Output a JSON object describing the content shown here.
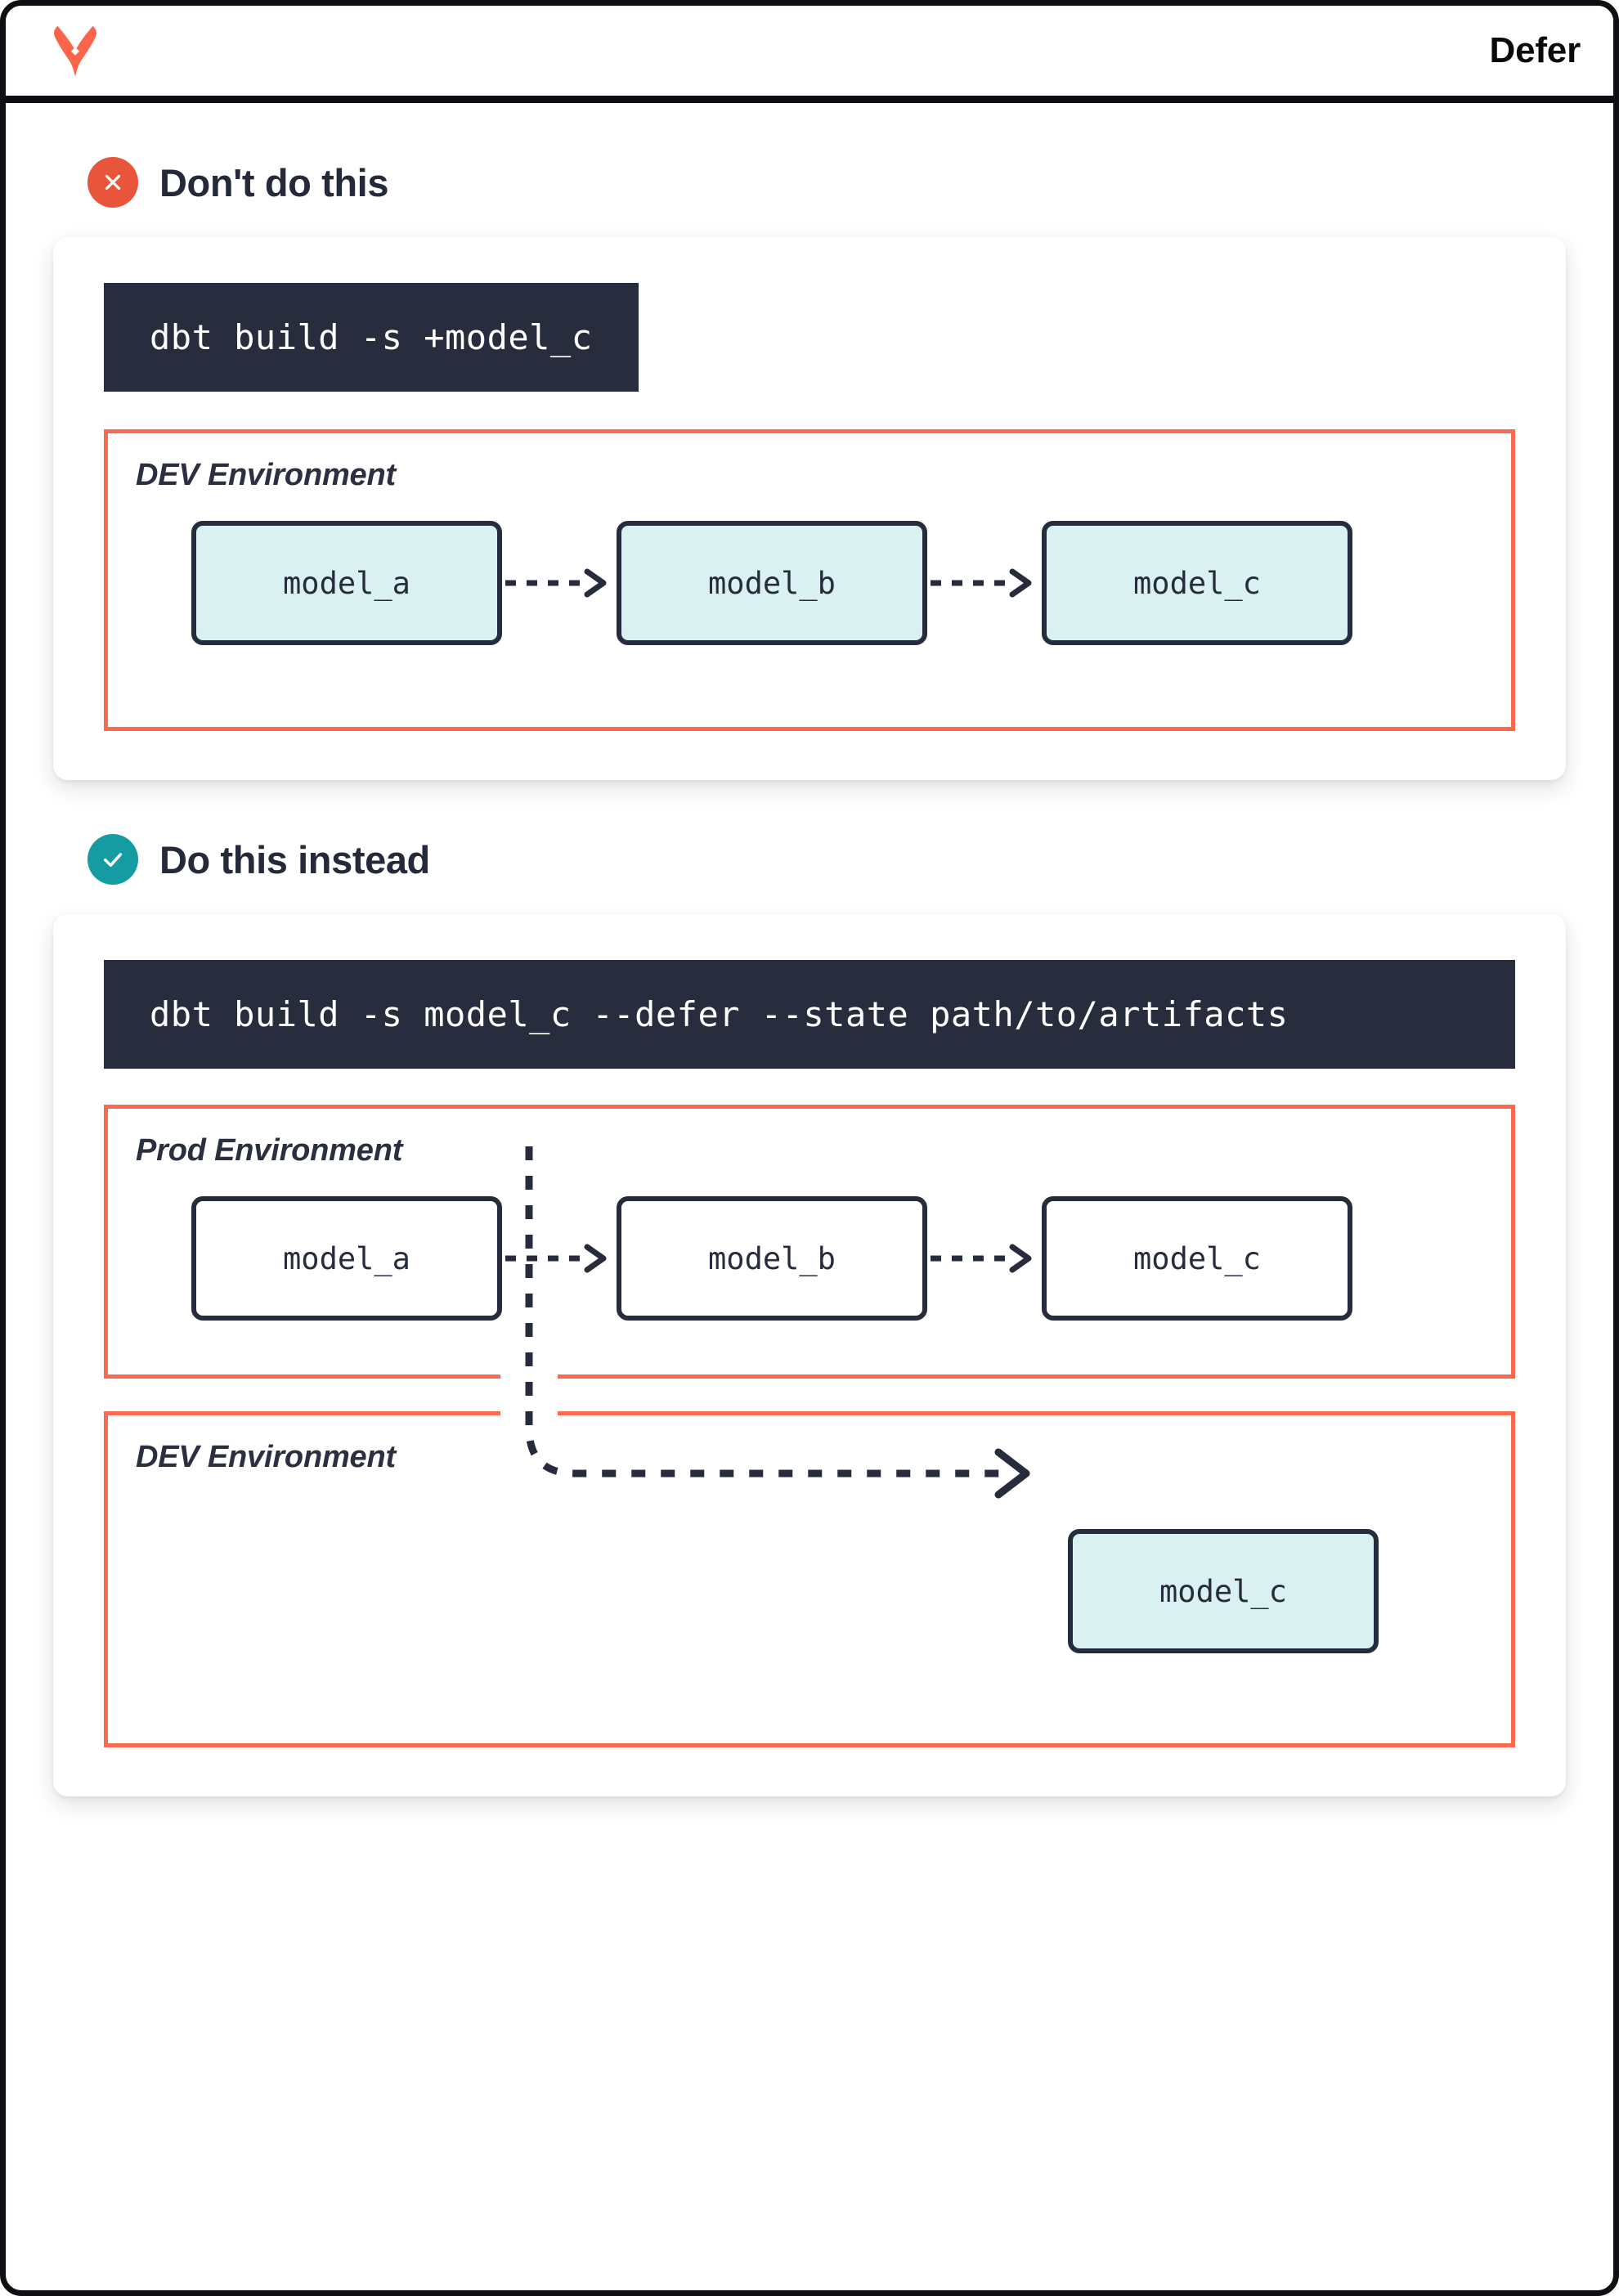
{
  "header": {
    "logo": "dbt-logo-icon",
    "title": "Defer"
  },
  "sections": [
    {
      "id": "dont",
      "badge_icon": "x-circle-icon",
      "badge_color": "#e8553a",
      "title": "Don't do this",
      "command": "dbt build -s +model_c",
      "environments": [
        {
          "label": "DEV Environment",
          "node_style": "teal",
          "nodes": [
            "model_a",
            "model_b",
            "model_c"
          ]
        }
      ]
    },
    {
      "id": "do",
      "badge_icon": "check-circle-icon",
      "badge_color": "#159ca3",
      "title": "Do this instead",
      "command": "dbt build -s model_c --defer --state path/to/artifacts",
      "environments": [
        {
          "label": "Prod Environment",
          "node_style": "white",
          "nodes": [
            "model_a",
            "model_b",
            "model_c"
          ]
        },
        {
          "label": "DEV Environment",
          "node_style": "teal",
          "nodes": [
            "model_c"
          ]
        }
      ]
    }
  ],
  "colors": {
    "accent_orange": "#fb6a4f",
    "accent_teal": "#159ca3",
    "code_bg": "#282d3d",
    "node_teal_fill": "#d9f2f1",
    "ink": "#272c3c"
  },
  "connector": {
    "from": "model_b (Prod Environment)",
    "to": "model_c (DEV Environment)",
    "style": "dashed-elbow-arrow"
  }
}
